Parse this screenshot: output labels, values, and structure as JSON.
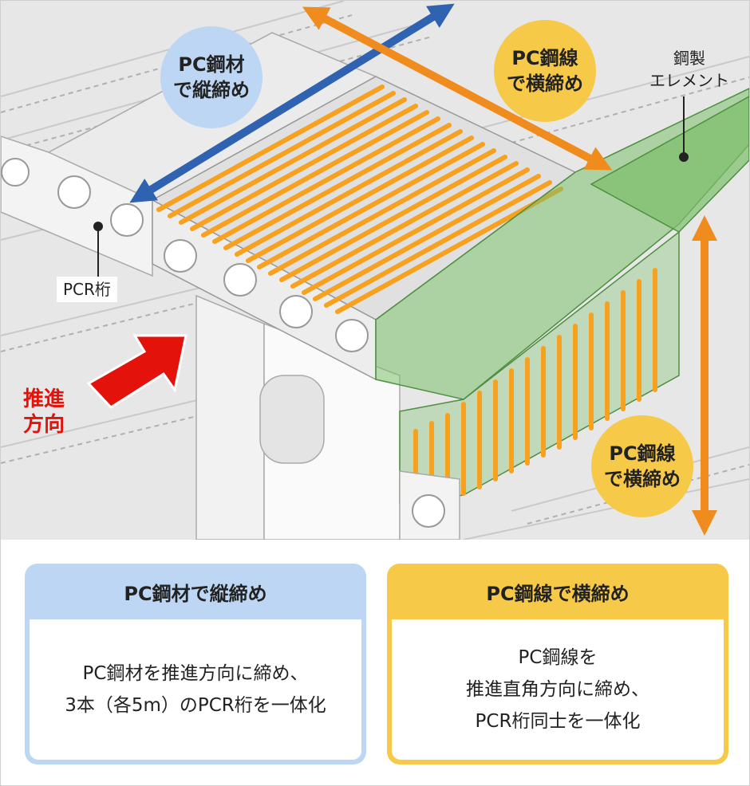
{
  "colors": {
    "blue_arrow": "#2f62b0",
    "orange_arrow": "#f08c1e",
    "push_arrow": "#e3120b",
    "steel_element": "#7bbf6a",
    "tendon": "#f7a11e",
    "blue_bubble": "#bcd6f3",
    "yellow_bubble": "#f7c948"
  },
  "diagram": {
    "bubble_longitudinal": [
      "PC鋼材",
      "で縦締め"
    ],
    "bubble_transverse_top": [
      "PC鋼線",
      "で横締め"
    ],
    "bubble_transverse_right": [
      "PC鋼線",
      "で横締め"
    ],
    "label_steel_element": [
      "鋼製",
      "エレメント"
    ],
    "label_pcr": "PCR桁",
    "label_push_direction": [
      "推進",
      "方向"
    ]
  },
  "cards": {
    "longitudinal": {
      "title": "PC鋼材で縦締め",
      "lines": [
        "PC鋼材を推進方向に締め、",
        "3本（各5m）のPCR桁を一体化"
      ]
    },
    "transverse": {
      "title": "PC鋼線で横締め",
      "lines": [
        "PC鋼線を",
        "推進直角方向に締め、",
        "PCR桁同士を一体化"
      ]
    }
  }
}
